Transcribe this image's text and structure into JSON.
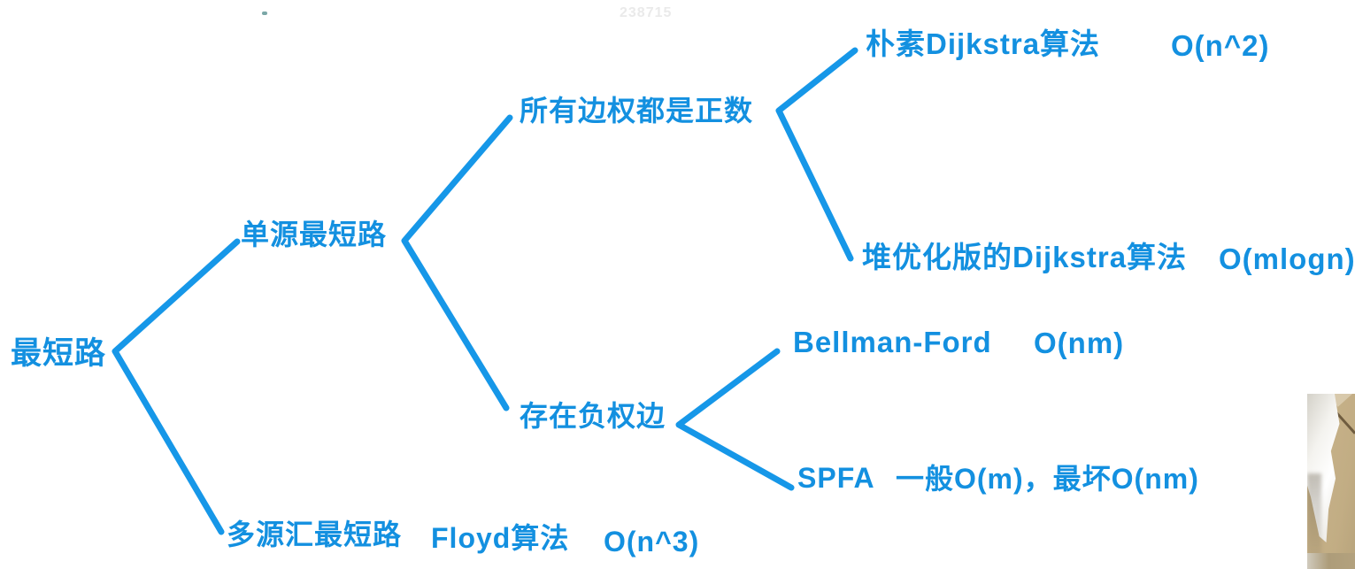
{
  "watermark": "238715",
  "colors": {
    "background": "#ffffff",
    "node_text": "#1390e0",
    "edge_line": "#1697e8",
    "watermark": "#eaeaea",
    "photo_wood": "#c9b48c",
    "photo_cloth": "#f4f3ef"
  },
  "tree": {
    "root": {
      "label": "最短路"
    },
    "level1": [
      {
        "id": "single-source",
        "label": "单源最短路"
      },
      {
        "id": "multi-source",
        "label": "多源汇最短路",
        "algorithm": "Floyd算法",
        "complexity": "O(n^3)"
      }
    ],
    "level2": [
      {
        "id": "positive-weights",
        "label": "所有边权都是正数"
      },
      {
        "id": "negative-weights",
        "label": "存在负权边"
      }
    ],
    "leaves": [
      {
        "id": "naive-dijkstra",
        "label": "朴素Dijkstra算法",
        "complexity": "O(n^2)"
      },
      {
        "id": "heap-dijkstra",
        "label": "堆优化版的Dijkstra算法",
        "complexity": "O(mlogn)"
      },
      {
        "id": "bellman-ford",
        "label": "Bellman-Ford",
        "complexity": "O(nm)"
      },
      {
        "id": "spfa",
        "label": "SPFA",
        "complexity": "一般O(m)，最坏O(nm)"
      }
    ]
  }
}
